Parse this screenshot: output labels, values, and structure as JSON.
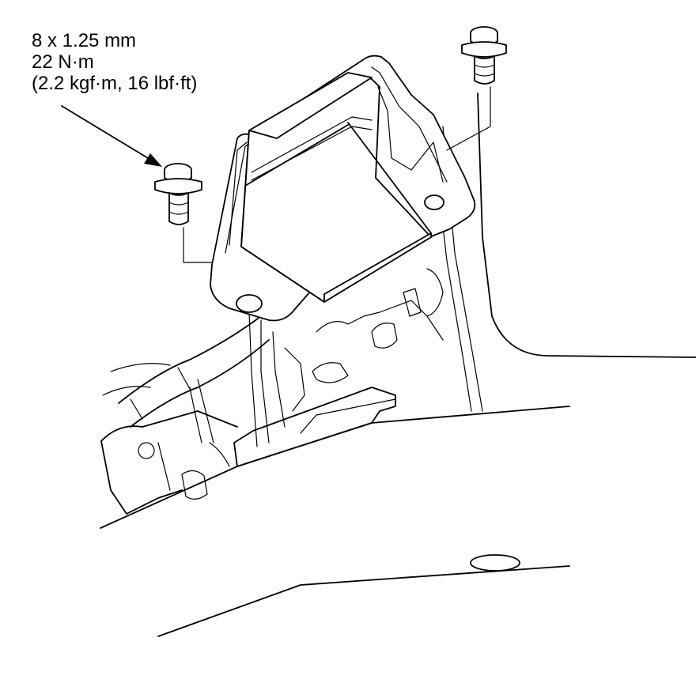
{
  "callout": {
    "size": "8 x 1.25 mm",
    "torque_nm": "22 N·m",
    "torque_alt": "(2.2 kgf·m, 16 lbf·ft)"
  },
  "colors": {
    "line": "#000000",
    "background": "#ffffff"
  },
  "icons": {
    "bolt_left": "flange-bolt-icon",
    "bolt_right": "flange-bolt-icon"
  }
}
